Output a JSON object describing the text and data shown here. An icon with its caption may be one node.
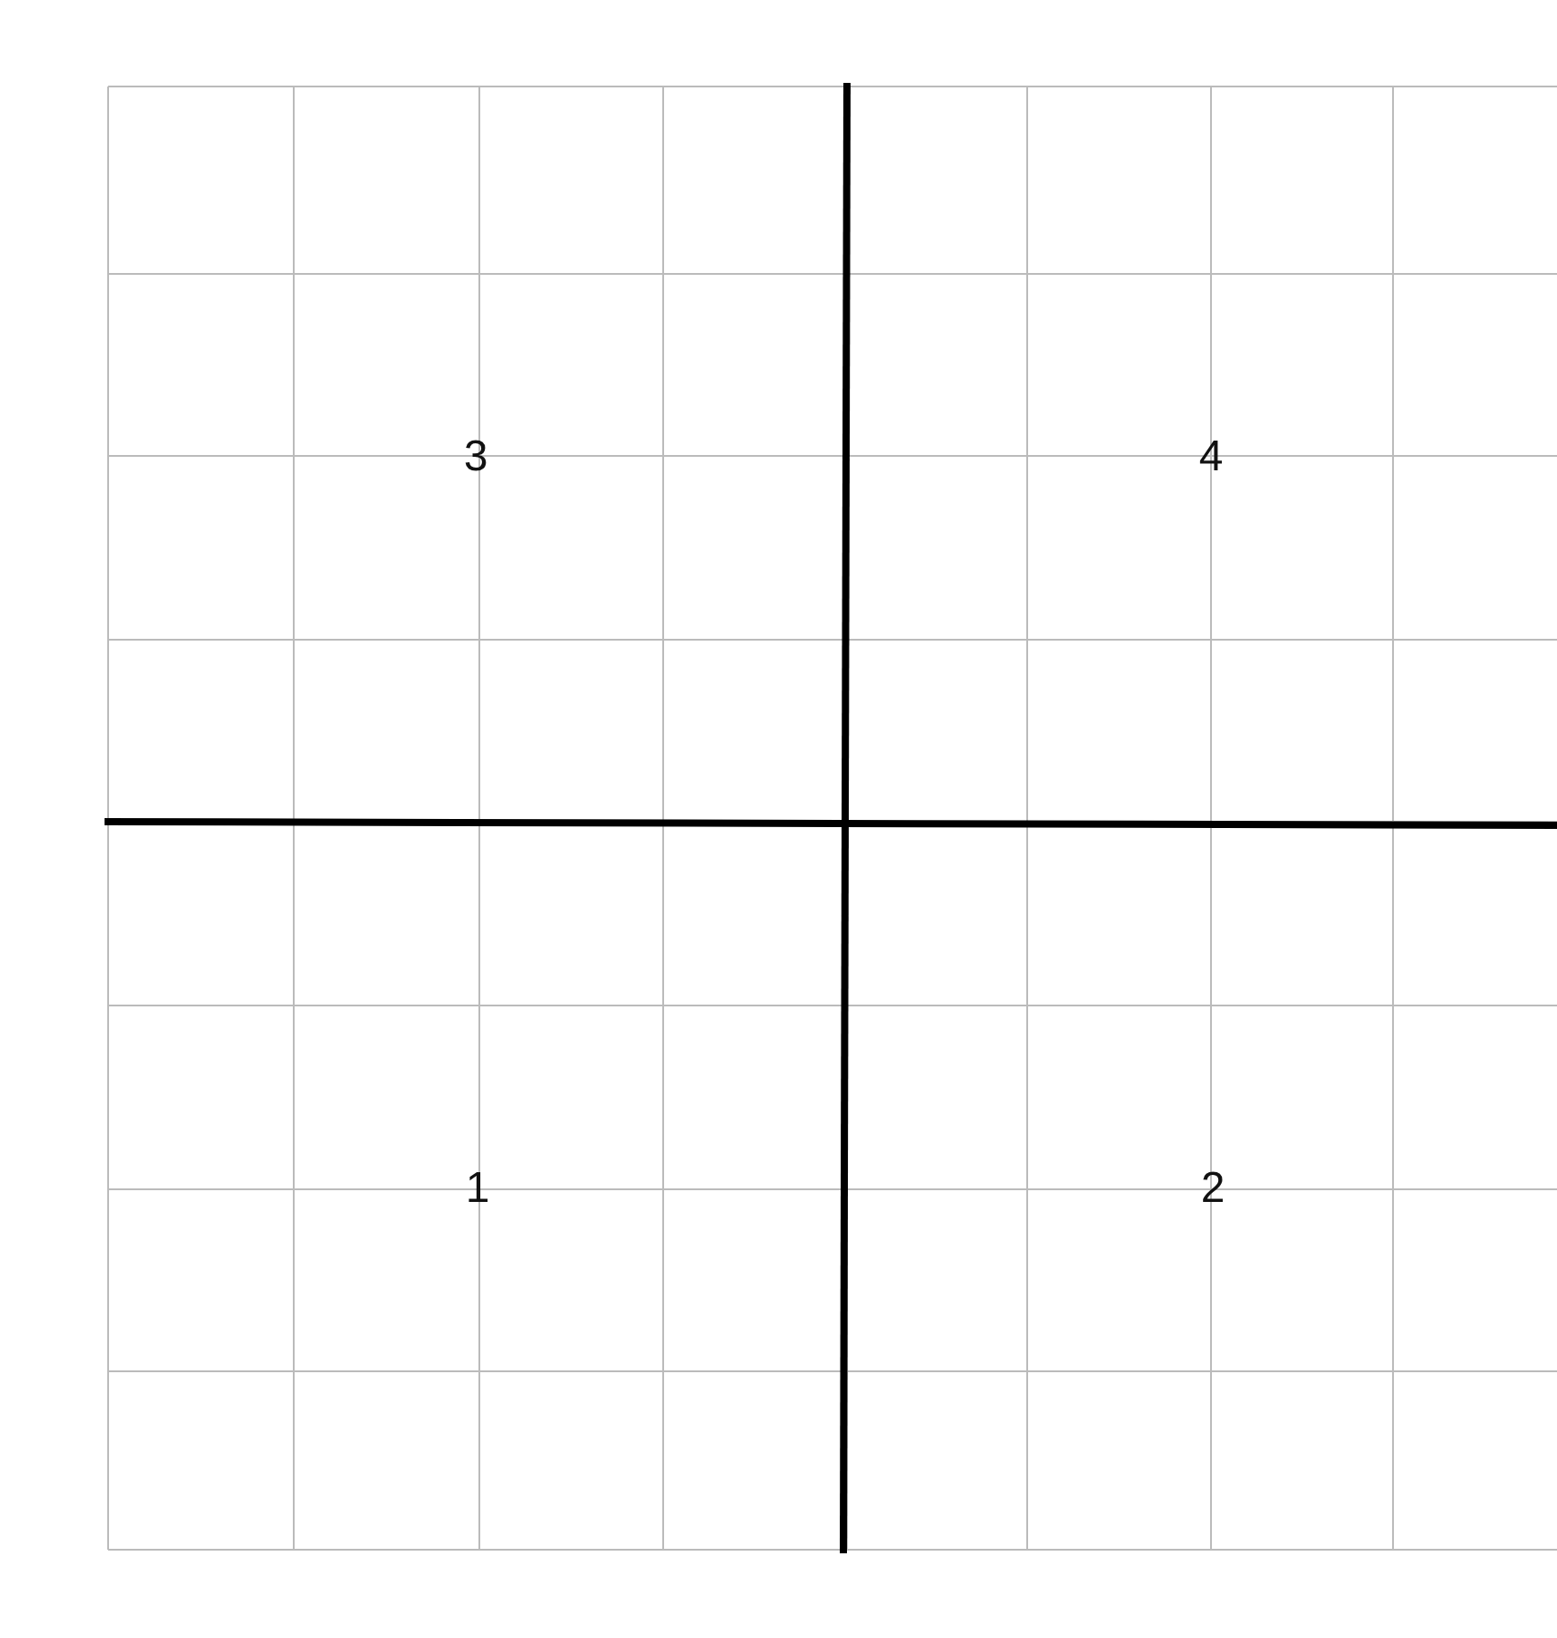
{
  "diagram": {
    "labels": [
      "3",
      "4",
      "1",
      "2"
    ]
  }
}
